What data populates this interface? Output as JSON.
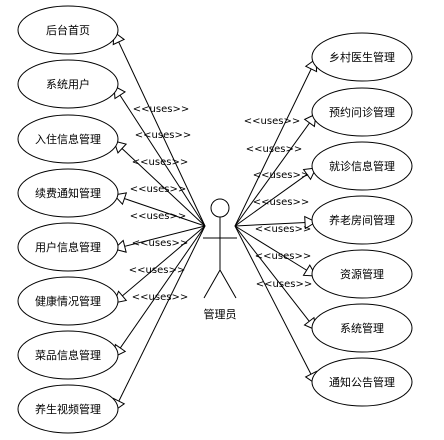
{
  "actor": {
    "name": "管理员"
  },
  "stereotype": "<<uses>>",
  "left_use_cases": [
    {
      "label": "后台首页"
    },
    {
      "label": "系统用户"
    },
    {
      "label": "入住信息管理"
    },
    {
      "label": "续费通知管理"
    },
    {
      "label": "用户信息管理"
    },
    {
      "label": "健康情况管理"
    },
    {
      "label": "菜品信息管理"
    },
    {
      "label": "养生视频管理"
    }
  ],
  "right_use_cases": [
    {
      "label": "乡村医生管理"
    },
    {
      "label": "预约问诊管理"
    },
    {
      "label": "就诊信息管理"
    },
    {
      "label": "养老房间管理"
    },
    {
      "label": "资源管理"
    },
    {
      "label": "系统管理"
    },
    {
      "label": "通知公告管理"
    }
  ]
}
